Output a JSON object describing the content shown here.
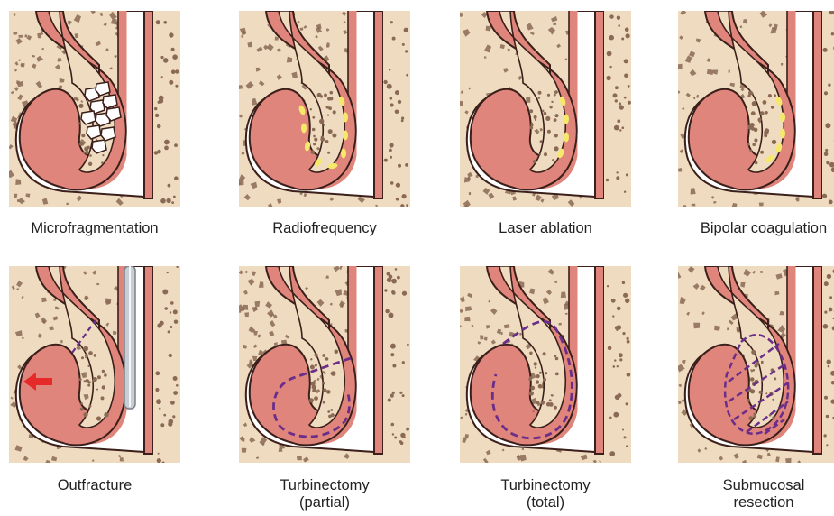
{
  "panels": [
    {
      "id": "microfragmentation",
      "caption": [
        "Microfragmentation"
      ]
    },
    {
      "id": "radiofrequency",
      "caption": [
        "Radiofrequency"
      ]
    },
    {
      "id": "laser-ablation",
      "caption": [
        "Laser ablation"
      ]
    },
    {
      "id": "bipolar-coagulation",
      "caption": [
        "Bipolar coagulation"
      ]
    },
    {
      "id": "outfracture",
      "caption": [
        "Outfracture"
      ]
    },
    {
      "id": "turbinectomy-partial",
      "caption": [
        "Turbinectomy",
        "(partial)"
      ]
    },
    {
      "id": "turbinectomy-total",
      "caption": [
        "Turbinectomy",
        "(total)"
      ]
    },
    {
      "id": "submucosal-resection",
      "caption": [
        "Submucosal",
        "resection"
      ]
    }
  ],
  "colors": {
    "bone": "#efdcc0",
    "bone_speckle": "#8a6a55",
    "mucosa": "#e0857b",
    "outline": "#3a1f1a",
    "airway": "#ffffff",
    "heat_marks": "#f5e86a",
    "cut_line": "#6a2e8a",
    "arrow": "#e62a2a",
    "instrument": "#c9ced4"
  }
}
